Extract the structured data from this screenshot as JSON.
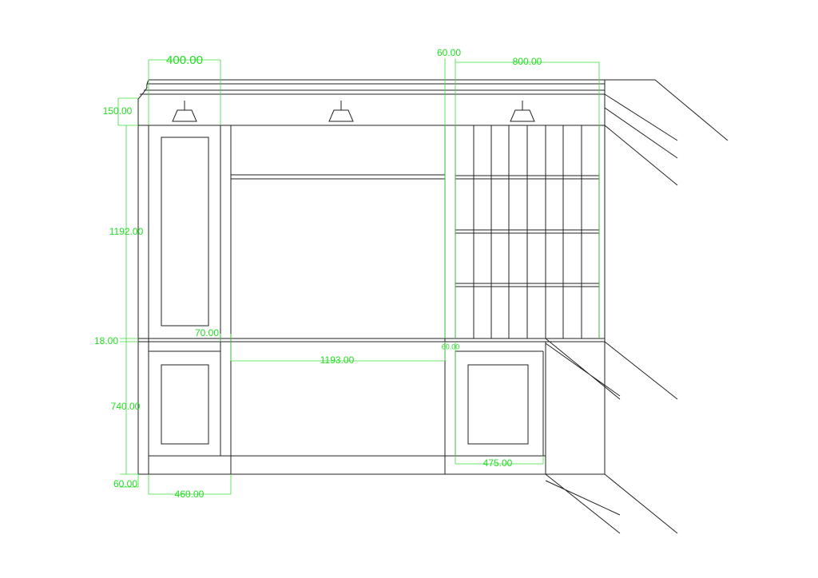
{
  "drawing": {
    "title": "Cabinet wall elevation",
    "line_color": "#222222",
    "dimension_color": "#22dd22"
  },
  "dimensions": {
    "top_left_width": "400.00",
    "top_gap": "60.00",
    "top_right_width": "800.00",
    "cornice_height": "150.00",
    "upper_height": "1192.00",
    "worktop_thickness": "18.00",
    "side_offset": "70.00",
    "lower_height": "740.00",
    "plinth_height": "60.00",
    "bottom_left_width": "460.00",
    "middle_width": "1193.00",
    "small_gap": "60.00",
    "bottom_right_width": "475.00"
  }
}
